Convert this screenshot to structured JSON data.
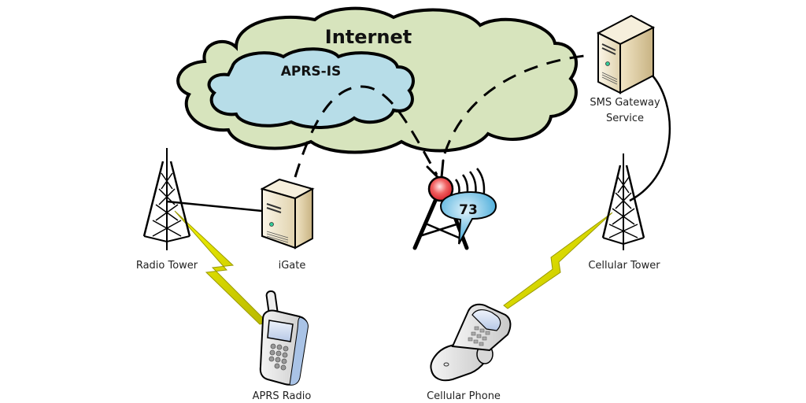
{
  "title": "APRS to SMS network diagram",
  "clouds": {
    "internet": {
      "label": "Internet",
      "fill": "#d7e4bd"
    },
    "aprs_is": {
      "label": "APRS-IS",
      "fill": "#b7dde8"
    }
  },
  "nodes": {
    "sms_gateway": {
      "label_line1": "SMS Gateway",
      "label_line2": "Service"
    },
    "radio_tower": {
      "label": "Radio Tower"
    },
    "igate": {
      "label": "iGate"
    },
    "aprs_radio": {
      "label": "APRS Radio"
    },
    "cellular_phone": {
      "label": "Cellular Phone"
    },
    "cellular_tower": {
      "label": "Cellular Tower"
    },
    "aprs_logo": {
      "bubble_text": "73",
      "bubble_color": "#3fa9d6",
      "beacon_color": "#e8383d"
    }
  },
  "colors": {
    "outline": "#000000",
    "lightning": "#e6e600",
    "server": "#e8dcc0"
  }
}
